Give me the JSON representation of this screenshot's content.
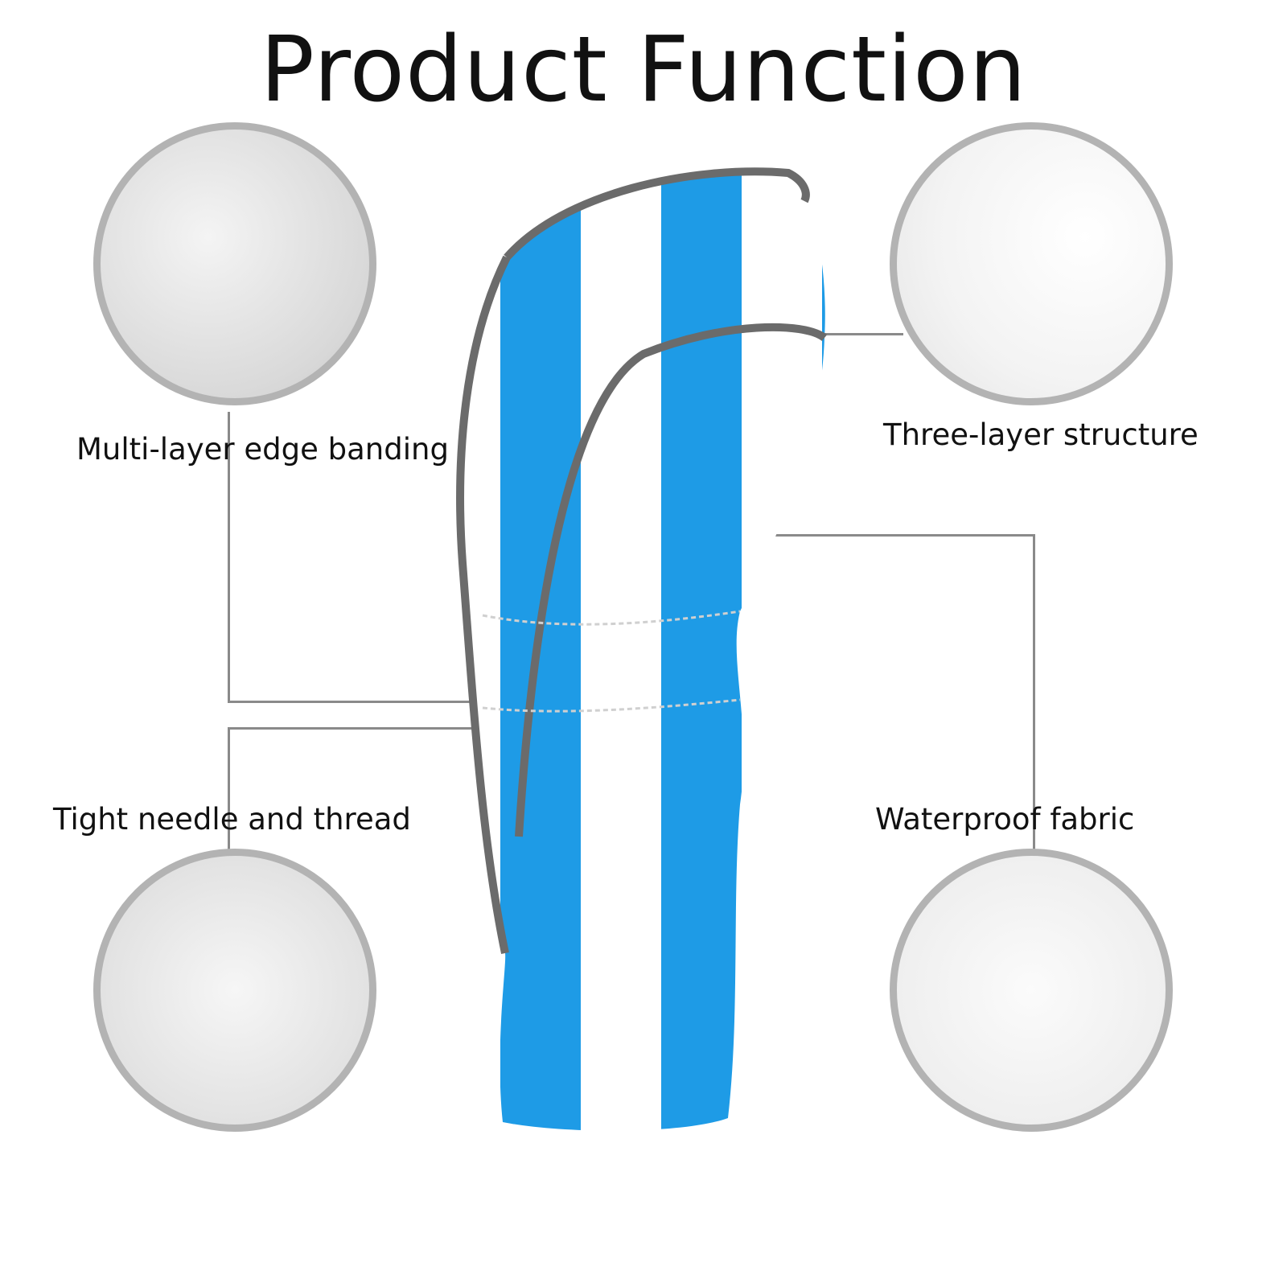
{
  "title": "Product Function",
  "features": [
    {
      "label": "Multi-layer edge banding"
    },
    {
      "label": "Three-layer structure"
    },
    {
      "label": "Tight needle and thread"
    },
    {
      "label": "Waterproof fabric"
    }
  ],
  "colors": {
    "stripe_blue": "#1e9be6",
    "edge_gray": "#6b6b6b",
    "circle_border": "#b3b3b3"
  }
}
